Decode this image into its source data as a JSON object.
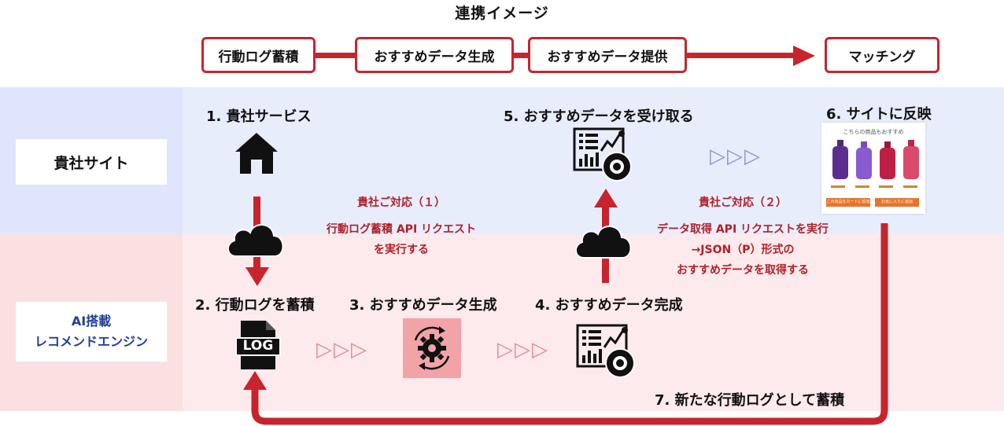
{
  "title": "連携イメージ",
  "flow": [
    "行動ログ蓄積",
    "おすすめデータ生成",
    "おすすめデータ提供",
    "マッチング"
  ],
  "lanes": {
    "top": "貴社サイト",
    "bottom_line1": "AI搭載",
    "bottom_line2": "レコメンドエンジン"
  },
  "steps": {
    "s1": "1. 貴社サービス",
    "s2": "2. 行動ログを蓄積",
    "s3": "3. おすすめデータ生成",
    "s4": "4. おすすめデータ完成",
    "s5": "5. おすすめデータを受け取る",
    "s6": "6. サイトに反映",
    "s7": "7. 新たな行動ログとして蓄積"
  },
  "notes": {
    "left_title": "貴社ご対応（１）",
    "left_line1": "行動ログ蓄積 API リクエスト",
    "left_line2": "を実行する",
    "right_title": "貴社ご対応（２）",
    "right_line1": "データ取得 API リクエストを実行",
    "right_line2": "→JSON（P）形式の",
    "right_line3": "おすすめデータを取得する"
  },
  "screenshot": {
    "caption": "こちらの商品もおすすめ",
    "button1": "この商品をカートに追加",
    "button2": "お気に入りに追加"
  },
  "log_label": "LOG",
  "chevrons": "▷▷▷",
  "colors": {
    "accent": "#c8242d",
    "top_band": "#dfe6fb",
    "bottom_band": "#fbe0e2",
    "lane_text": "#1d3f9c"
  }
}
